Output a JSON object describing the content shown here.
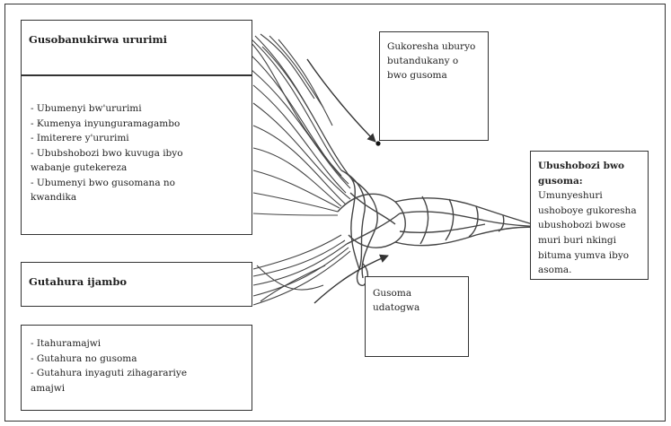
{
  "diagram": {
    "box_language_title": "Gusobanukirwa ururimi",
    "language_items": [
      "- Ubumenyi bw'ururimi",
      "- Kumenya inyunguramagambo",
      "- Imiterere y'ururimi",
      "- Ububshobozi bwo kuvuga ibyo",
      "wabanje gutekereza",
      "- Ubumenyi bwo gusomana no",
      "kwandika"
    ],
    "box_word_title": "Gutahura ijambo",
    "word_items": [
      "- Itahuramajwi",
      "- Gutahura no gusoma",
      "- Gutahura inyaguti zihagarariye",
      "amajwi"
    ],
    "strategy_text": "Gukoresha uburyo butandukany o bwo gusoma",
    "automatic_text": "Gusoma udatogwa",
    "result_title": "Ubushobozi bwo gusoma:",
    "result_text": "Umunyeshuri ushoboye gukoresha ubushobozi bwose muri buri nkingi bituma yumva ibyo asoma."
  }
}
